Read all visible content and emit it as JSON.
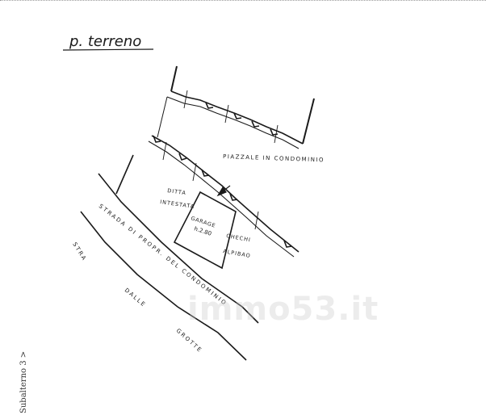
{
  "floor_label": "p. terreno",
  "labels": {
    "piazzale": "PIAZZALE IN CONDOMINIO",
    "ditta_line1": "DITTA",
    "ditta_line2": "INTESTATA",
    "garage": "GARAGE",
    "garage_height": "h.2.80",
    "checchi": "CHECHI",
    "alpibao": "ALPIBAO",
    "strada": "STRADA DI PROPR. DEL CONDOMINIO",
    "strada_pubblica_1": "STRA",
    "strada_pubblica_2": "DALLE",
    "strada_pubblica_3": "GROTTE"
  },
  "side_caption": "Subalterno 3 >",
  "watermark": "immo53.it",
  "colors": {
    "ink": "#1a1a1a",
    "background": "#ffffff"
  }
}
